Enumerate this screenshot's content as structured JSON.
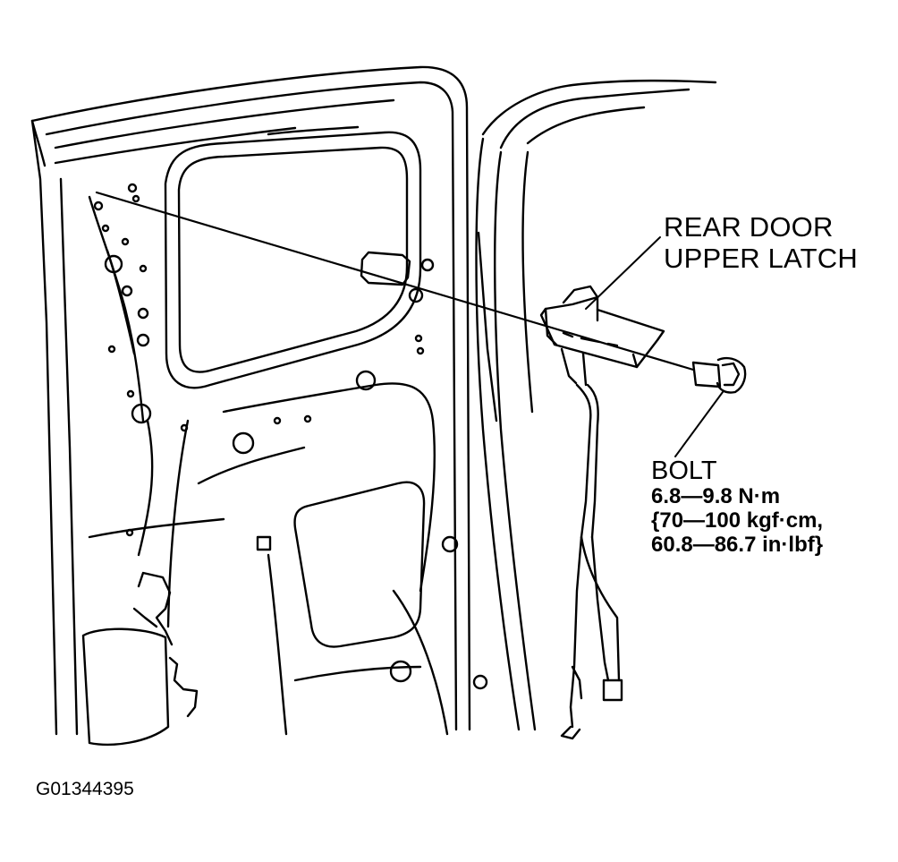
{
  "callouts": {
    "latch": {
      "line1": "REAR DOOR",
      "line2": "UPPER LATCH"
    },
    "bolt": {
      "title": "BOLT",
      "torque_line1": "6.8—9.8 N·m",
      "torque_line2": "{70—100 kgf·cm,",
      "torque_line3": "60.8—86.7 in·lbf}"
    }
  },
  "figure_id": "G01344395",
  "colors": {
    "ink": "#000000",
    "paper": "#ffffff"
  }
}
